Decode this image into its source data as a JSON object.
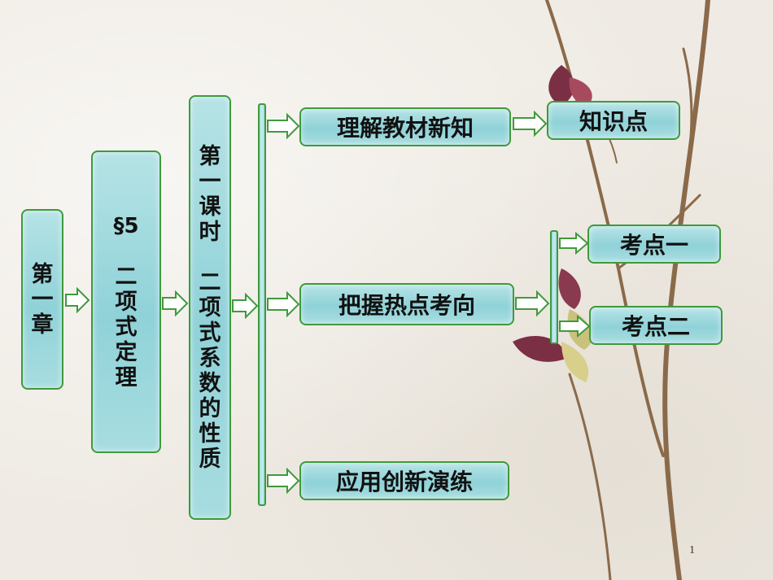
{
  "nodes": {
    "chapter": [
      "第",
      "一",
      "章"
    ],
    "section_num": "§5",
    "section_title": [
      "二",
      "项",
      "式",
      "定",
      "理"
    ],
    "lesson_head": [
      "第",
      "一",
      "课",
      "时"
    ],
    "lesson_title": [
      "二",
      "项",
      "式",
      "系",
      "数",
      "的",
      "性",
      "质"
    ],
    "understand": "理解教材新知",
    "knowledge": "知识点",
    "hotspot": "把握热点考向",
    "point1": "考点一",
    "point2": "考点二",
    "practice": "应用创新演练"
  },
  "colors": {
    "border": "#3f9a3c",
    "fill": "#8fd2d8",
    "arrow_fill": "#ffffff"
  },
  "page_number": "1"
}
